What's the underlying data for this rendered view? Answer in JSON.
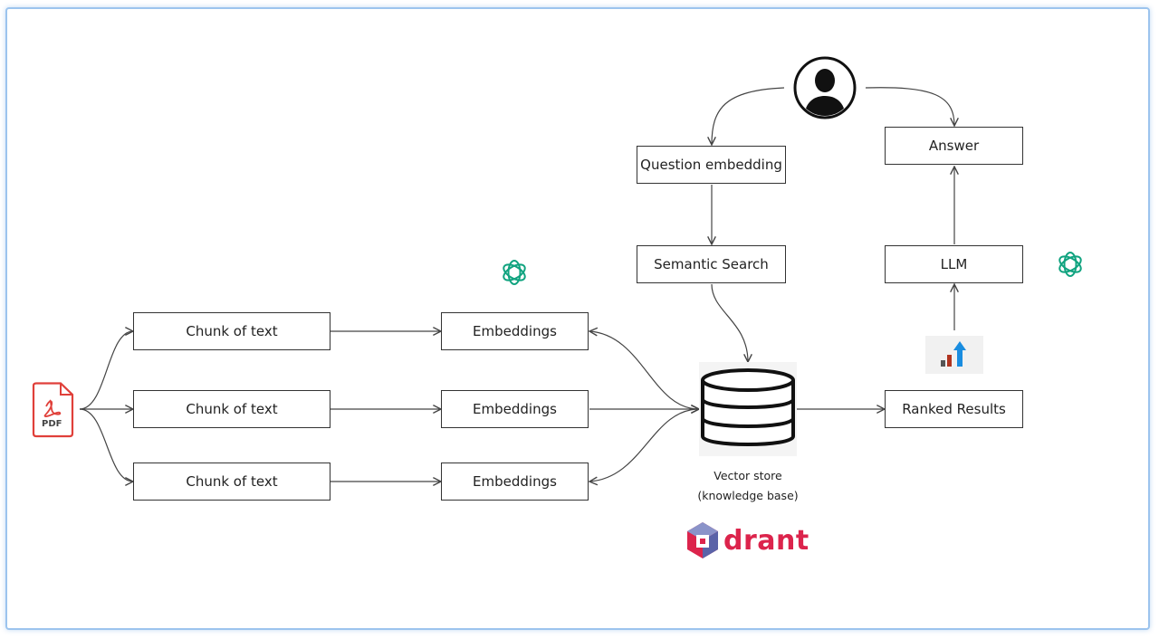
{
  "nodes": {
    "chunk_1": "Chunk of text",
    "chunk_2": "Chunk of text",
    "chunk_3": "Chunk of text",
    "embeddings_1": "Embeddings",
    "embeddings_2": "Embeddings",
    "embeddings_3": "Embeddings",
    "question_embedding": "Question embedding",
    "semantic_search": "Semantic Search",
    "ranked_results": "Ranked Results",
    "llm": "LLM",
    "answer": "Answer"
  },
  "vector_store": {
    "line1": "Vector store",
    "line2": "(knowledge base)"
  },
  "pdf_label": "PDF",
  "brand": {
    "name": "drant",
    "color": "#dc244c"
  },
  "icons": {
    "source": "pdf-file-icon",
    "user": "user-avatar-icon",
    "embedding_model": "openai-logo-icon",
    "llm_model": "openai-logo-icon",
    "database": "database-icon",
    "ranking": "bar-chart-icon",
    "brand": "qdrant-logo-icon"
  },
  "colors": {
    "openai_green": "#10a37f",
    "pdf_red": "#e0403a",
    "stroke": "#444444"
  }
}
